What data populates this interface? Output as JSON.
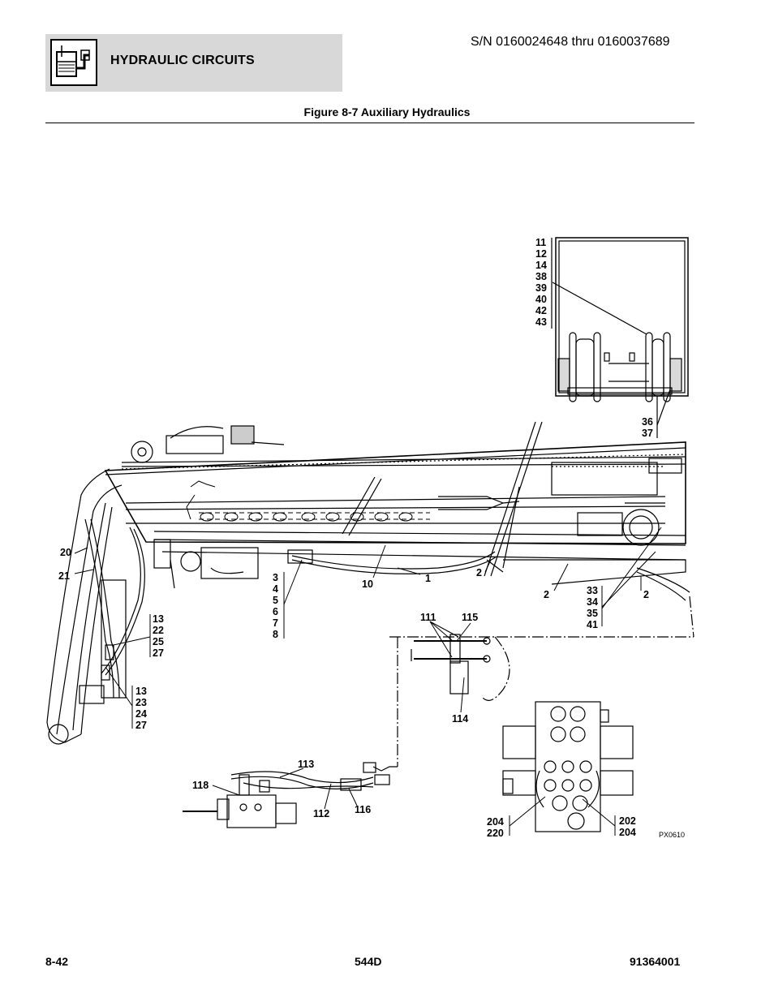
{
  "header": {
    "section_title": "HYDRAULIC CIRCUITS",
    "serial_range": "S/N 0160024648 thru 0160037689",
    "figure_title": "Figure 8-7 Auxiliary Hydraulics",
    "icon": "hydraulic-reservoir-icon"
  },
  "callouts": {
    "top_group": [
      "11",
      "12",
      "14",
      "38",
      "39",
      "40",
      "42",
      "43"
    ],
    "wheel_group": [
      "36",
      "37"
    ],
    "item_20": "20",
    "item_21": "21",
    "group_13a": [
      "13",
      "22",
      "25",
      "27"
    ],
    "group_13b": [
      "13",
      "23",
      "24",
      "27"
    ],
    "group_3": [
      "3",
      "4",
      "5",
      "6",
      "7",
      "8"
    ],
    "item_10": "10",
    "item_1": "1",
    "item_2a": "2",
    "item_2b": "2",
    "item_2c": "2",
    "group_33": [
      "33",
      "34",
      "35",
      "41"
    ],
    "item_111": "111",
    "item_115": "115",
    "item_114": "114",
    "item_113": "113",
    "item_118": "118",
    "item_112": "112",
    "item_116": "116",
    "group_204a": [
      "204",
      "220"
    ],
    "group_202": [
      "202",
      "204"
    ],
    "drawing_id": "PX0610"
  },
  "footer": {
    "page_number": "8-42",
    "model": "544D",
    "part_number": "91364001"
  }
}
